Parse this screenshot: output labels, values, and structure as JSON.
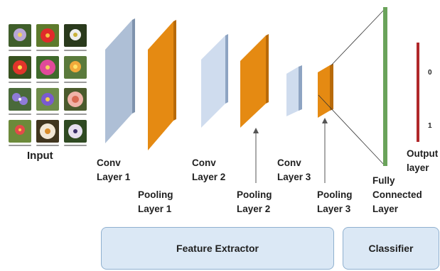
{
  "input": {
    "label": "Input",
    "thumbnails": [
      {
        "icon": "flower-purple-icon",
        "petal": "#b9a7d6",
        "center": "#f0d060",
        "bg": "#3f5e2a"
      },
      {
        "icon": "flower-red-icon",
        "petal": "#e02a2a",
        "center": "#f5c242",
        "bg": "#5d7a2c"
      },
      {
        "icon": "flower-white-icon",
        "petal": "#eeeeee",
        "center": "#c9b03a",
        "bg": "#2a3a1c"
      },
      {
        "icon": "flower-red-orange-icon",
        "petal": "#e0342b",
        "center": "#ffd94a",
        "bg": "#37511f"
      },
      {
        "icon": "flower-pink-icon",
        "petal": "#e04a9a",
        "center": "#f5d35a",
        "bg": "#3f6a2c"
      },
      {
        "icon": "flower-orange-icon",
        "petal": "#f2a93b",
        "center": "#ffe36b",
        "bg": "#5a7a3c"
      },
      {
        "icon": "flower-violet-icon",
        "petal": "#8f7bd8",
        "center": "#ffffff",
        "bg": "#4a6a3a"
      },
      {
        "icon": "flower-iris-icon",
        "petal": "#7a5ad0",
        "center": "#f4d04a",
        "bg": "#6e8c4a"
      },
      {
        "icon": "flower-protea-icon",
        "petal": "#f0b3a8",
        "center": "#d86a52",
        "bg": "#4a5a2c"
      },
      {
        "icon": "flower-red-small-icon",
        "petal": "#e34a4a",
        "center": "#f7d34a",
        "bg": "#6c8a3a"
      },
      {
        "icon": "flower-cream-icon",
        "petal": "#f2e7d5",
        "center": "#d98c2a",
        "bg": "#40351e"
      },
      {
        "icon": "flower-pansy-icon",
        "petal": "#e6e0f0",
        "center": "#3a2f6a",
        "bg": "#2f4a22"
      }
    ]
  },
  "layers": {
    "conv1": {
      "line1": "Conv",
      "line2": "Layer 1"
    },
    "pool1": {
      "line1": "Pooling",
      "line2": "Layer 1"
    },
    "conv2": {
      "line1": "Conv",
      "line2": "Layer 2"
    },
    "pool2": {
      "line1": "Pooling",
      "line2": "Layer 2"
    },
    "conv3": {
      "line1": "Conv",
      "line2": "Layer 3"
    },
    "pool3": {
      "line1": "Pooling",
      "line2": "Layer 3"
    },
    "fc": {
      "line1": "Fully",
      "line2": "Connected",
      "line3": "Layer"
    },
    "output": {
      "line1": "Output",
      "line2": "layer",
      "top_value": "0",
      "bottom_value": "1"
    }
  },
  "groups": {
    "feature_extractor": "Feature Extractor",
    "classifier": "Classifier"
  },
  "colors": {
    "conv": "#aebfd6",
    "conv_light": "#cfdcee",
    "pool": "#e58a12",
    "fc": "#6aa35a",
    "output": "#b0282b",
    "group_box": "#dbe8f5"
  }
}
